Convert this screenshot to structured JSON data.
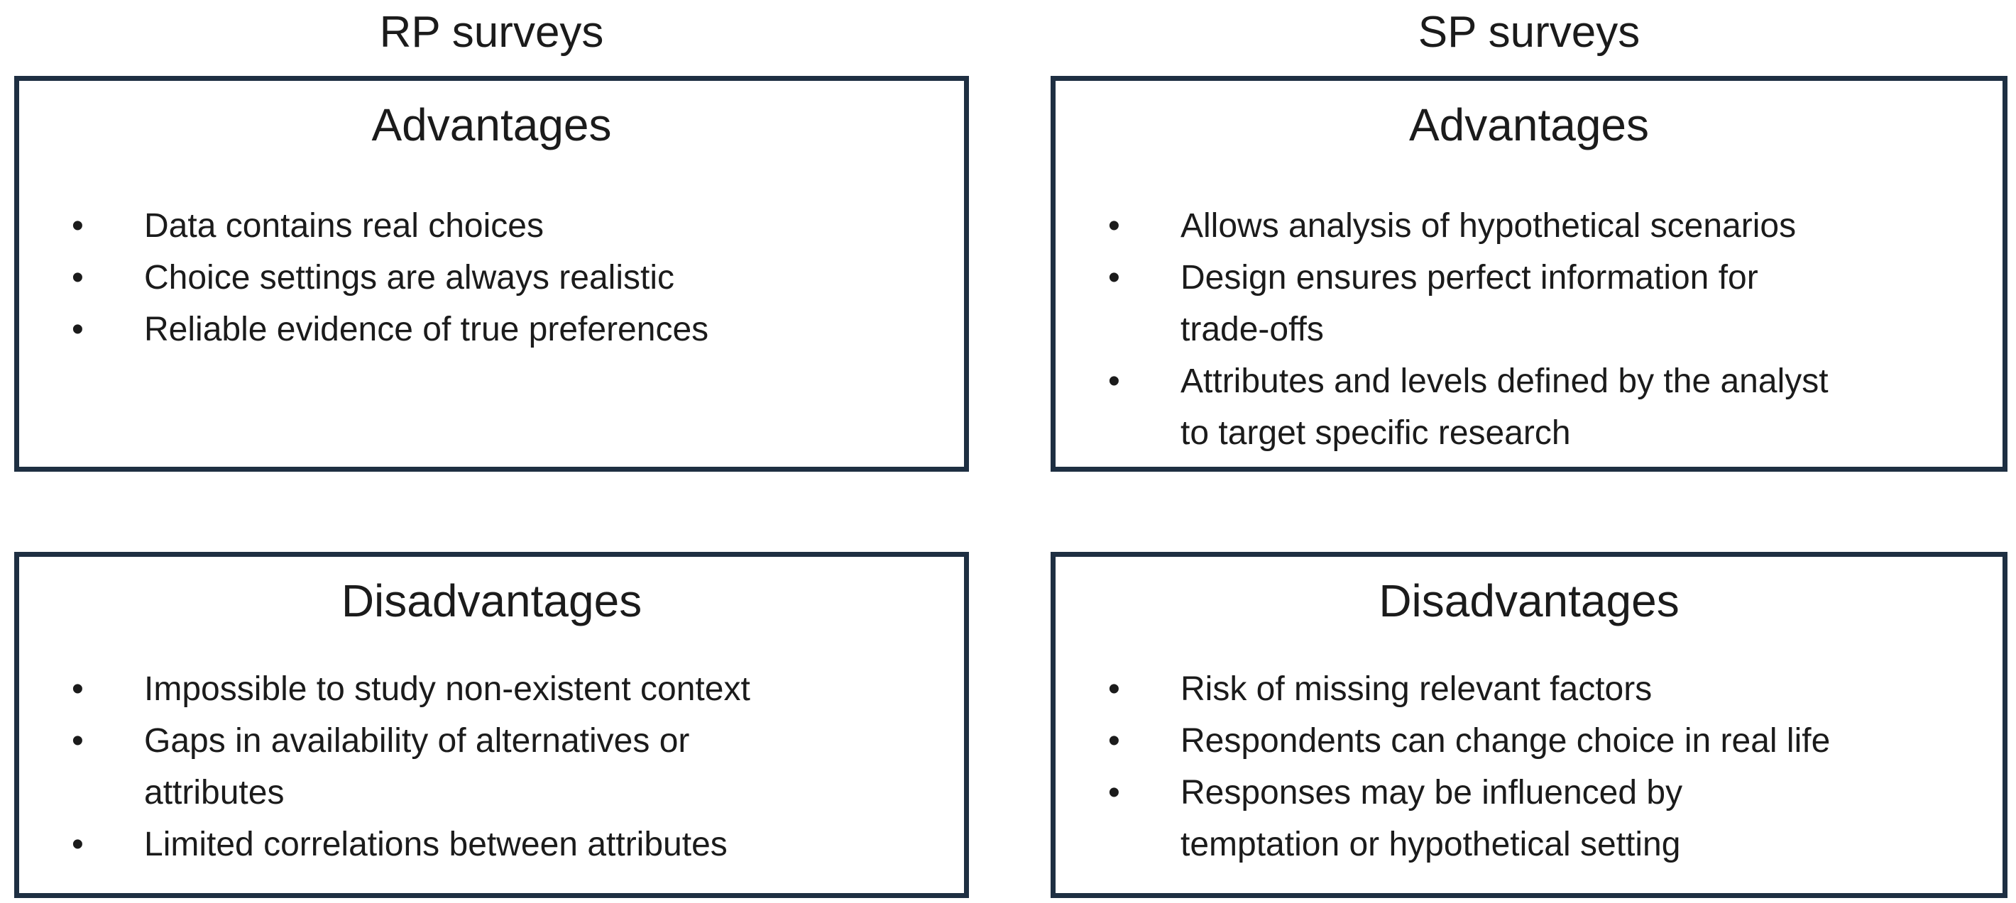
{
  "page": {
    "background_color": "#ffffff",
    "text_color": "#1b1b1b",
    "box_border_color": "#1e2f42"
  },
  "columns": [
    {
      "title": "RP surveys",
      "boxes": [
        {
          "heading": "Advantages",
          "bullets": [
            [
              "Data contains real choices"
            ],
            [
              "Choice settings are always realistic"
            ],
            [
              "Reliable evidence of true preferences"
            ]
          ]
        },
        {
          "heading": "Disadvantages",
          "bullets": [
            [
              "Impossible to study non-existent context"
            ],
            [
              "Gaps in availability of alternatives or",
              "attributes"
            ],
            [
              "Limited correlations between attributes"
            ]
          ]
        }
      ]
    },
    {
      "title": "SP surveys",
      "boxes": [
        {
          "heading": "Advantages",
          "bullets": [
            [
              "Allows analysis of hypothetical scenarios"
            ],
            [
              "Design ensures perfect information for",
              "trade-offs"
            ],
            [
              "Attributes and levels defined by the analyst",
              "to target specific research"
            ]
          ]
        },
        {
          "heading": "Disadvantages",
          "bullets": [
            [
              "Risk of missing relevant factors"
            ],
            [
              "Respondents can change choice in real life"
            ],
            [
              "Responses may be influenced by",
              "temptation or hypothetical setting"
            ]
          ]
        }
      ]
    }
  ]
}
